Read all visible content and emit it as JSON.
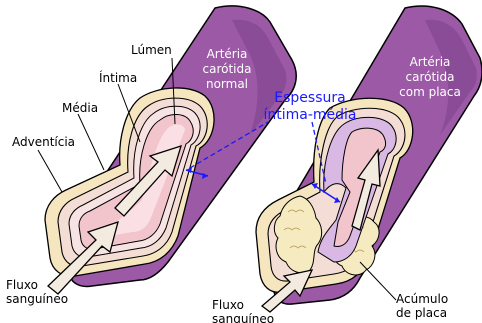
{
  "left_artery": {
    "title_line1": "Artéria",
    "title_line2": "carótida",
    "title_line3": "normal",
    "layers": {
      "lumen": "Lúmen",
      "intima": "Íntima",
      "media": "Média",
      "adventitia": "Adventícia"
    },
    "flow_line1": "Fluxo",
    "flow_line2": "sanguíneo"
  },
  "right_artery": {
    "title_line1": "Artéria",
    "title_line2": "carótida",
    "title_line3": "com placa",
    "plaque_line1": "Acúmulo",
    "plaque_line2": "de placa",
    "flow_line1": "Fluxo",
    "flow_line2": "sanguíneo"
  },
  "measurement": {
    "line1": "Espessura",
    "line2": "íntima-média"
  },
  "colors": {
    "outer_vessel": "#9b59a6",
    "outer_vessel_dark": "#7b3f8a",
    "adventitia": "#f6e6bf",
    "media": "#f3ddd5",
    "intima": "#f7e3e3",
    "lumen": "#f2c4cc",
    "plaque": "#f6eac0",
    "plaque_inner": "#d9b8e4",
    "measurement_blue": "#1a1aff",
    "arrow_fill": "#f4ebe0",
    "outline": "#000000"
  }
}
